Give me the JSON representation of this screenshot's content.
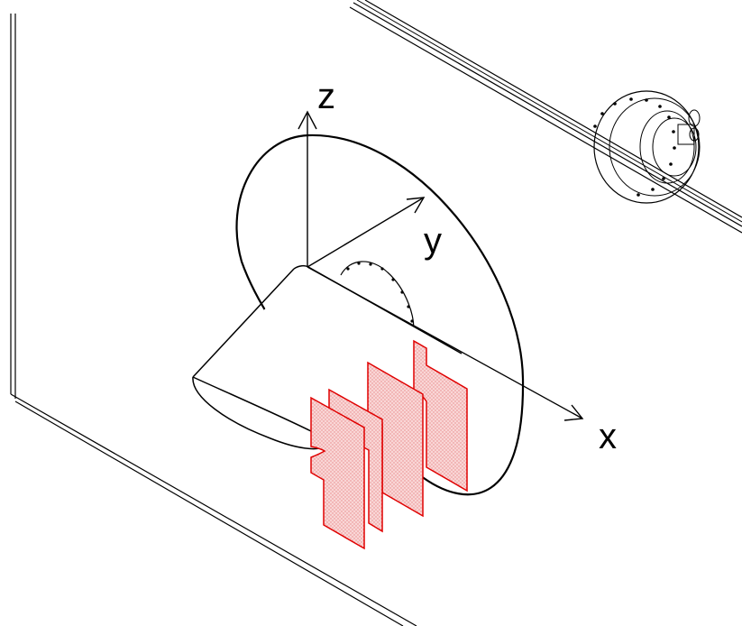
{
  "axes": {
    "x_label": "x",
    "y_label": "y",
    "z_label": "z"
  },
  "colors": {
    "line": "#000000",
    "plate_fill": "#f6c8c8",
    "plate_stroke": "#e00000",
    "background": "#ffffff"
  },
  "plates": {
    "count": 4
  }
}
